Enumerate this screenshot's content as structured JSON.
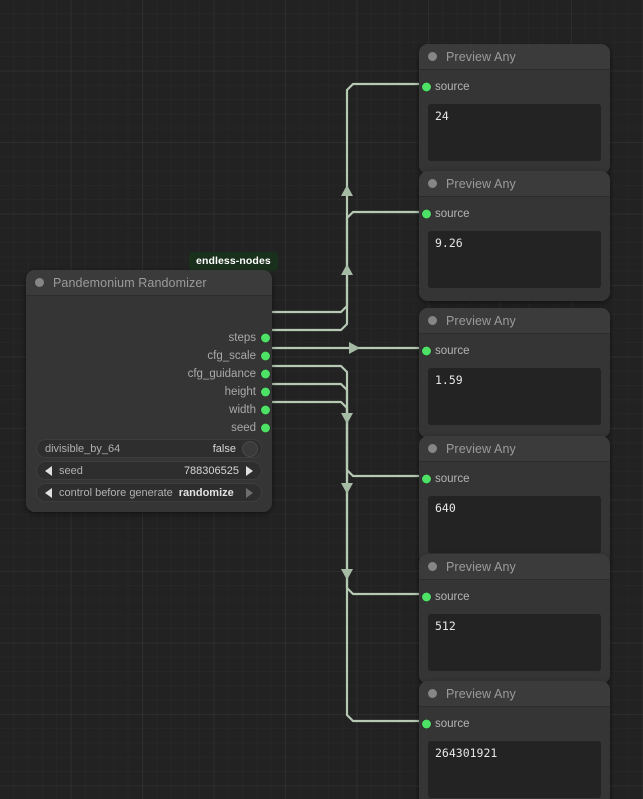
{
  "canvas": {
    "background_color": "#222222",
    "grid_minor_color": "#272727",
    "grid_major_color": "#2b2b2b",
    "link_color": "#b5c9b3"
  },
  "randomizer_node": {
    "badge": "endless-nodes",
    "title": "Pandemonium Randomizer",
    "collapse_icon": "collapse-dot-icon",
    "outputs": [
      {
        "label": "steps",
        "port_color": "#4de166"
      },
      {
        "label": "cfg_scale",
        "port_color": "#4de166"
      },
      {
        "label": "cfg_guidance",
        "port_color": "#4de166"
      },
      {
        "label": "height",
        "port_color": "#4de166"
      },
      {
        "label": "width",
        "port_color": "#4de166"
      },
      {
        "label": "seed",
        "port_color": "#4de166"
      }
    ],
    "widgets": [
      {
        "type": "toggle",
        "name": "divisible_by_64",
        "value": "false"
      },
      {
        "type": "number",
        "name": "seed",
        "value": "788306525"
      },
      {
        "type": "combo",
        "name": "control before generate",
        "value": "randomize"
      }
    ]
  },
  "preview_nodes": [
    {
      "title": "Preview Any",
      "input_label": "source",
      "value": "24",
      "port_color": "#4de166"
    },
    {
      "title": "Preview Any",
      "input_label": "source",
      "value": "9.26",
      "port_color": "#4de166"
    },
    {
      "title": "Preview Any",
      "input_label": "source",
      "value": "1.59",
      "port_color": "#4de166"
    },
    {
      "title": "Preview Any",
      "input_label": "source",
      "value": "640",
      "port_color": "#4de166"
    },
    {
      "title": "Preview Any",
      "input_label": "source",
      "value": "512",
      "port_color": "#4de166"
    },
    {
      "title": "Preview Any",
      "input_label": "source",
      "value": "264301921",
      "port_color": "#4de166"
    }
  ]
}
